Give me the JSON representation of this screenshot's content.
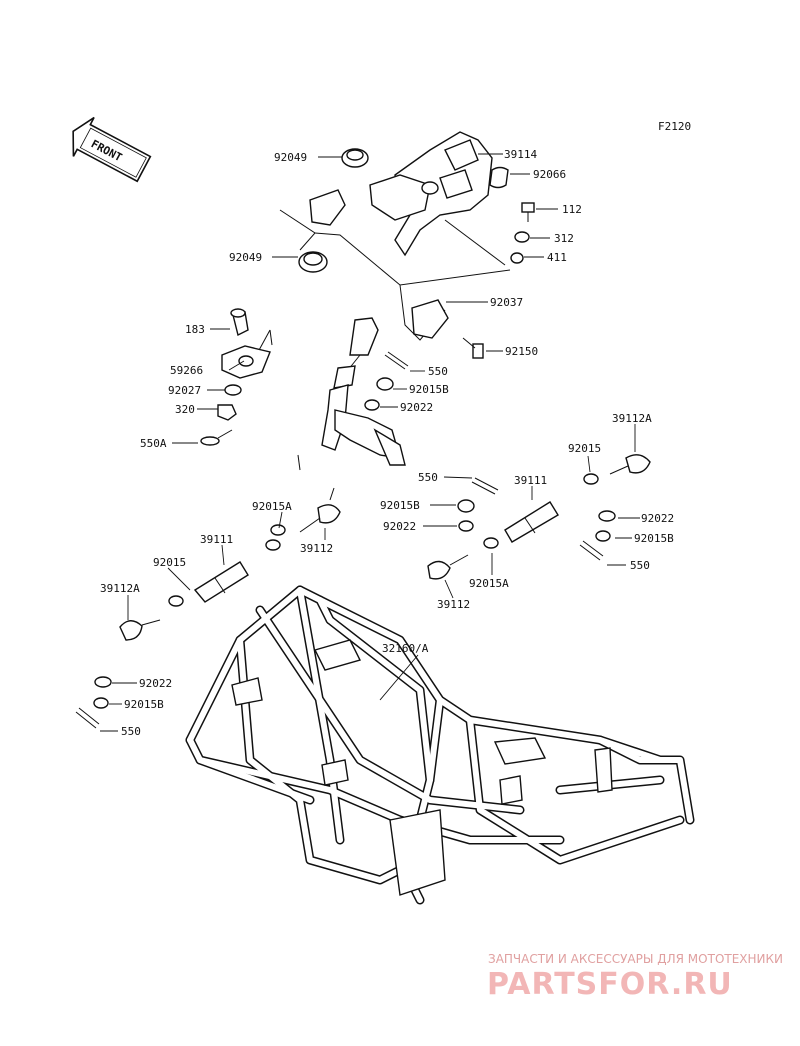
{
  "figure_code": "F2120",
  "front_label": "FRONT",
  "callouts": {
    "c92049a": "92049",
    "c39114": "39114",
    "c92066": "92066",
    "c112": "112",
    "c312": "312",
    "c92049b": "92049",
    "c411": "411",
    "c92037": "92037",
    "c92150": "92150",
    "c183": "183",
    "c59266": "59266",
    "c550a": "550",
    "c92027": "92027",
    "c92015b_a": "92015B",
    "c320": "320",
    "c92022_a": "92022",
    "c550A": "550A",
    "c39112A_r": "39112A",
    "c92015_r": "92015",
    "c550_b": "550",
    "c39111_r": "39111",
    "c92015A_l": "92015A",
    "c92015B_b": "92015B",
    "c92022_b": "92022",
    "c92022_c": "92022",
    "c39111_l": "39111",
    "c92015B_c": "92015B",
    "c39112_l": "39112",
    "c92015_l": "92015",
    "c92015A_r": "92015A",
    "c550_c": "550",
    "c39112A_l": "39112A",
    "c39112_r": "39112",
    "c32160A": "32160/A",
    "c92022_d": "92022",
    "c92015B_d": "92015B",
    "c550_d": "550"
  },
  "watermark": {
    "tagline": "ЗАПЧАСТИ И АКСЕССУАРЫ ДЛЯ МОТОТЕХНИКИ",
    "brand": "PARTSFOR.RU"
  }
}
